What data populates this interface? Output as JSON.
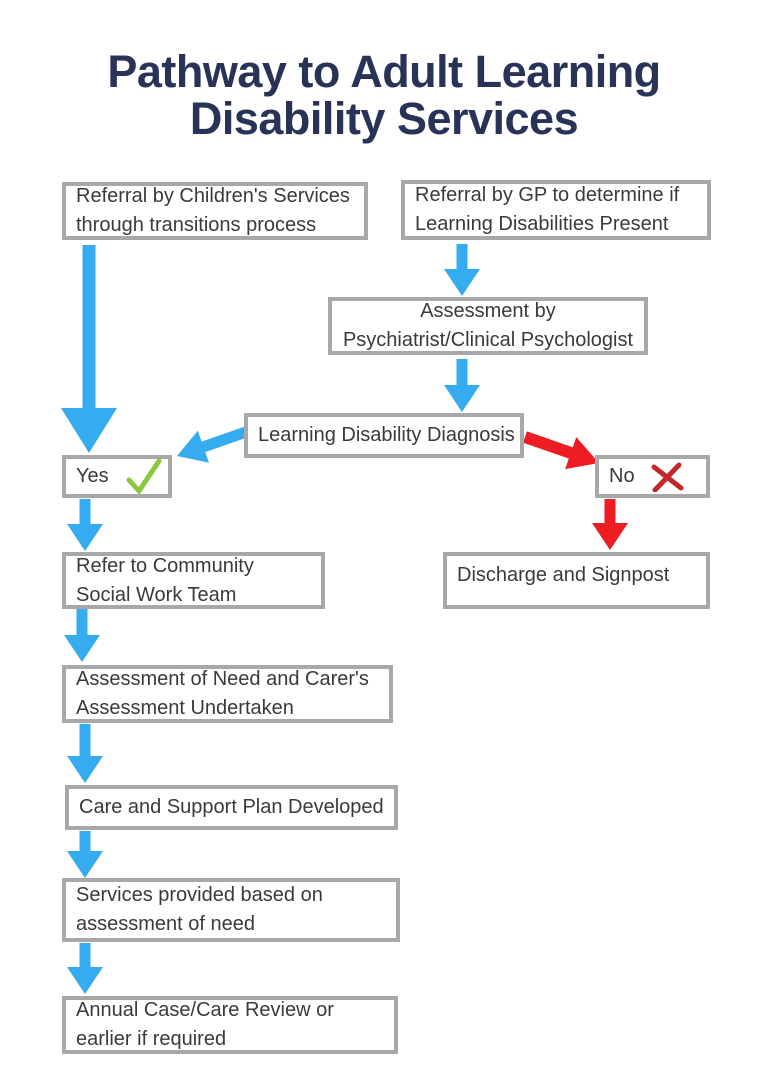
{
  "flowchart": {
    "title_line1": "Pathway to Adult Learning",
    "title_line2": "Disability Services",
    "boxes": {
      "referral_children": {
        "line1": "Referral by Children's Services",
        "line2": "through transitions process"
      },
      "referral_gp": {
        "line1": "Referral by GP to determine if",
        "line2": "Learning Disabilities Present"
      },
      "assessment_psych": {
        "line1": "Assessment by",
        "line2": "Psychiatrist/Clinical Psychologist"
      },
      "diagnosis": {
        "line1": "Learning Disability Diagnosis"
      },
      "yes": {
        "label": "Yes",
        "icon": "check-mark"
      },
      "no": {
        "label": "No",
        "icon": "cross-mark"
      },
      "refer_community": {
        "line1": "Refer to Community",
        "line2": "Social Work Team"
      },
      "discharge": {
        "line1": "Discharge and Signpost"
      },
      "assessment_need": {
        "line1": "Assessment of Need and Carer's",
        "line2": "Assessment Undertaken"
      },
      "care_plan": {
        "line1": "Care and Support Plan Developed"
      },
      "services_provided": {
        "line1": "Services provided based on",
        "line2": "assessment of need"
      },
      "annual_review": {
        "line1": "Annual Case/Care Review or",
        "line2": "earlier if required"
      }
    },
    "colors": {
      "arrow_blue": "#35acef",
      "arrow_red": "#ee1d23",
      "check_green": "#8dc63f",
      "cross_red": "#c1272d",
      "title_navy": "#283357",
      "box_border": "#a8a8a8",
      "box_text": "#3a3a3a"
    }
  }
}
